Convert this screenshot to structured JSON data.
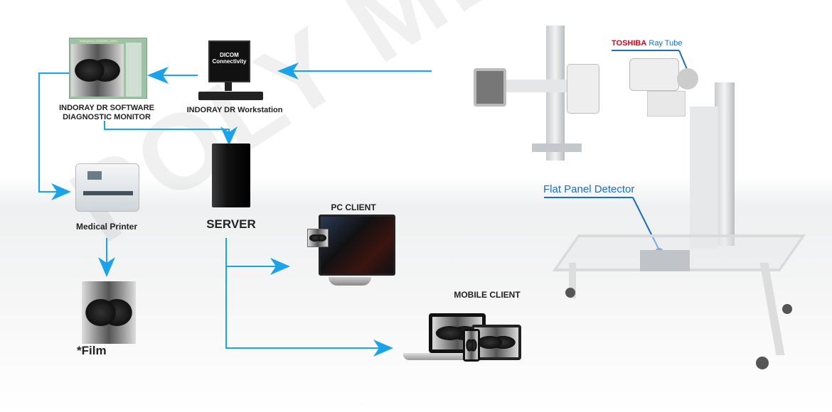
{
  "watermark": "POLY MEDICAL",
  "nodes": {
    "diagnostic_monitor": {
      "line1": "INDORAY DR SOFTWARE",
      "line2": "DIAGNOSTIC MONITOR",
      "screen_title": "Emergency_20130803_00001"
    },
    "workstation": {
      "label": "INDORAY DR Workstation",
      "screen_line1": "DICOM",
      "screen_line2": "Connectivity"
    },
    "server": {
      "label": "SERVER"
    },
    "printer": {
      "label": "Medical Printer"
    },
    "film": {
      "label": "*Film"
    },
    "pc_client": {
      "label": "PC CLIENT"
    },
    "mobile_client": {
      "label": "MOBILE CLIENT"
    },
    "machine": {
      "tube_brand": "TOSHIBA",
      "tube_label": "Ray Tube",
      "detector_label": "Flat Panel Detector"
    }
  },
  "colors": {
    "arrow": "#1aa3e8",
    "brand": "#e3001b",
    "callout": "#1a6fc2"
  }
}
